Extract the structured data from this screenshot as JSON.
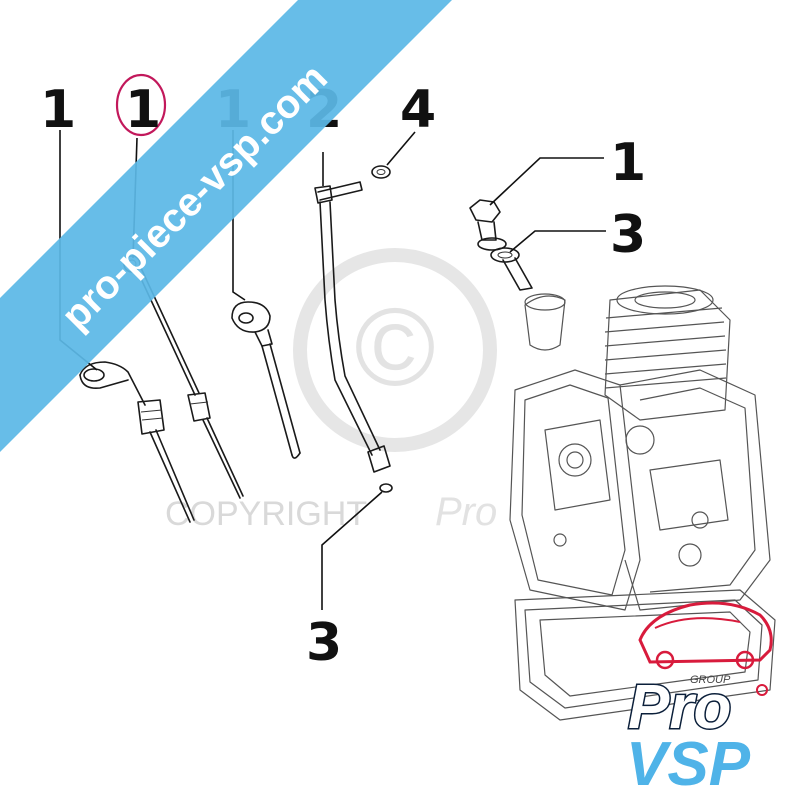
{
  "callouts": [
    {
      "label": "1",
      "highlighted": false
    },
    {
      "label": "1",
      "highlighted": true
    },
    {
      "label": "1",
      "highlighted": false
    },
    {
      "label": "2",
      "highlighted": false
    },
    {
      "label": "4",
      "highlighted": false
    },
    {
      "label": "1",
      "highlighted": false
    },
    {
      "label": "3",
      "highlighted": false
    },
    {
      "label": "3",
      "highlighted": false
    }
  ],
  "watermark": {
    "banner_text": "pro-piece-vsp.com",
    "copyright_text": "COPYRIGHT",
    "copyright_brand": "Pro",
    "copyright_symbol": "©"
  },
  "logo": {
    "line1": "Pro",
    "line2": "VSP",
    "tagline": "GROUP"
  },
  "colors": {
    "banner": "#5bb8e6",
    "highlight_circle": "#c2185b",
    "logo_blue": "#4fb3e8",
    "logo_dark": "#0b1f3a",
    "logo_red": "#d81b3c"
  }
}
